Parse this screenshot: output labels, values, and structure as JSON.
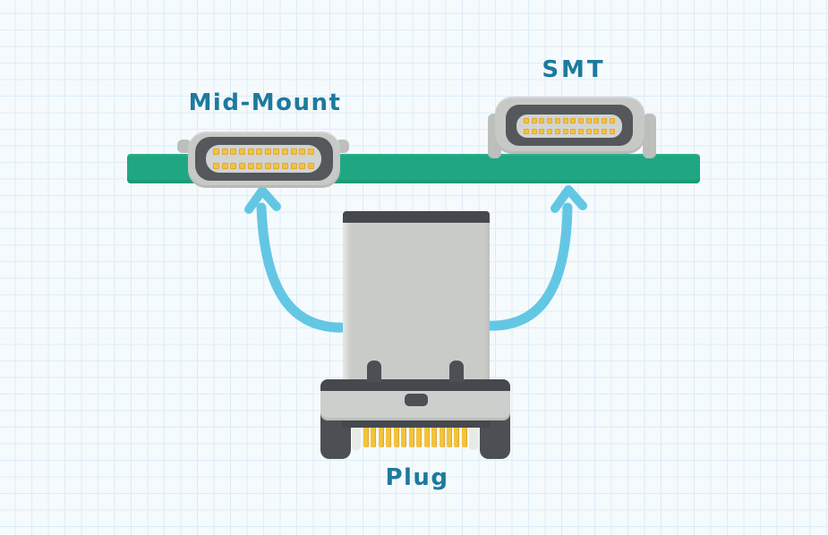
{
  "diagram": {
    "labels": {
      "mid_mount": "Mid-Mount",
      "smt": "SMT",
      "plug": "Plug"
    },
    "connectors": {
      "mid_mount": {
        "pin_rows": 2,
        "pins_per_row": 12
      },
      "smt": {
        "pin_rows": 2,
        "pins_per_row": 12
      }
    },
    "plug": {
      "gold_pin_count": 14
    },
    "colors": {
      "pcb_green": "#1FA783",
      "arrow_blue": "#63C7E4",
      "label_text": "#1D7A9E",
      "shell_gray": "#C7C9C6",
      "shell_dark": "#54585B",
      "tongue_gray": "#D2D4D1",
      "pin_gold": "#F3C33A",
      "plug_body": "#C9CBC8",
      "plug_dark": "#45494D"
    }
  }
}
